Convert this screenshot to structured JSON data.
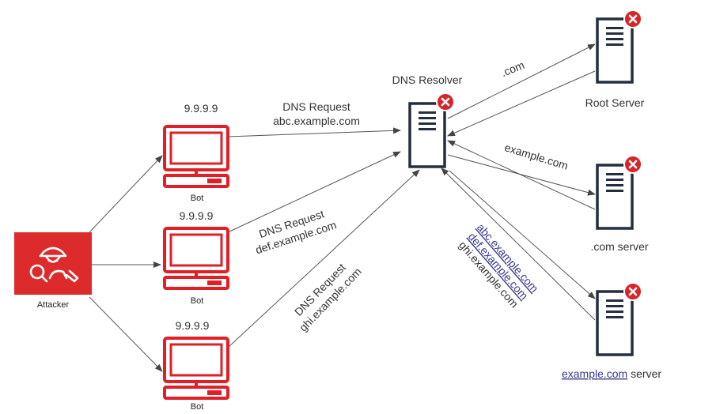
{
  "attacker": {
    "label": "Attacker"
  },
  "bots": [
    {
      "ip": "9.9.9.9",
      "label": "Bot"
    },
    {
      "ip": "9.9.9.9",
      "label": "Bot"
    },
    {
      "ip": "9.9.9.9",
      "label": "Bot"
    }
  ],
  "requests": [
    {
      "line1": "DNS Request",
      "line2": "abc.example.com"
    },
    {
      "line1": "DNS Request",
      "line2": "def.example.com"
    },
    {
      "line1": "DNS Request",
      "line2": "ghi.example.com"
    }
  ],
  "resolver": {
    "label": "DNS Resolver"
  },
  "root_server": {
    "label": "Root Server",
    "query": ".com"
  },
  "com_server": {
    "label": ".com server",
    "query": "example.com"
  },
  "example_server": {
    "label_link": "example.com",
    "label_rest": " server"
  },
  "resolver_queries": [
    "abc.example.com",
    "def.example.com",
    "ghi.example.com"
  ],
  "colors": {
    "bot_red": "#e11f26",
    "attacker_red": "#dd2a2a",
    "server_dark": "#232f3e",
    "error_red": "#d6262b",
    "arrow": "#555555"
  }
}
